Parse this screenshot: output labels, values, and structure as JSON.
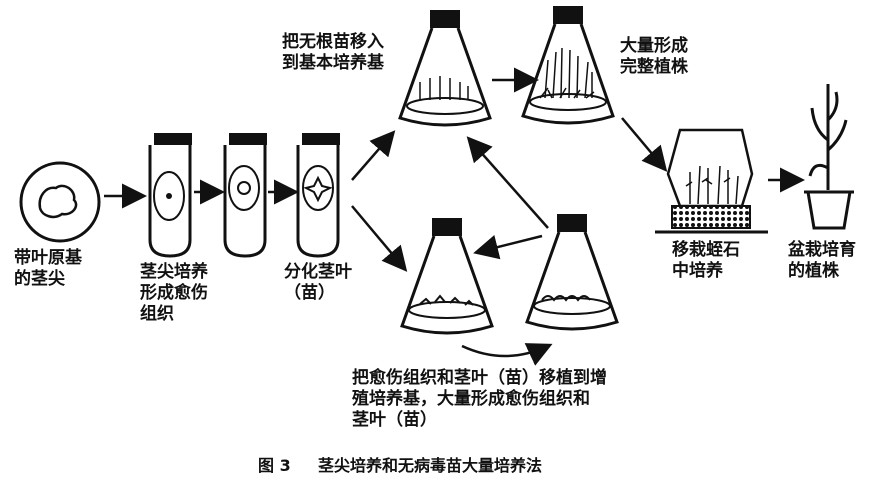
{
  "labels": {
    "leaf_primordium": "带叶原基\n的茎尖",
    "callus": "茎尖培养\n形成愈伤\n组织",
    "differentiation": "分化茎叶\n（苗）",
    "rootless": "把无根苗移入\n到基本培养基",
    "complete_plant": "大量形成\n完整植株",
    "vermiculite": "移栽蛭石\n中培养",
    "potted": "盆栽培育\n的植株",
    "proliferation": "把愈伤组织和茎叶（苗）移植到增\n殖培养基，大量形成愈伤组织和\n茎叶（苗）"
  },
  "caption": {
    "number": "图 3",
    "title": "茎尖培养和无病毒苗大量培养法"
  }
}
